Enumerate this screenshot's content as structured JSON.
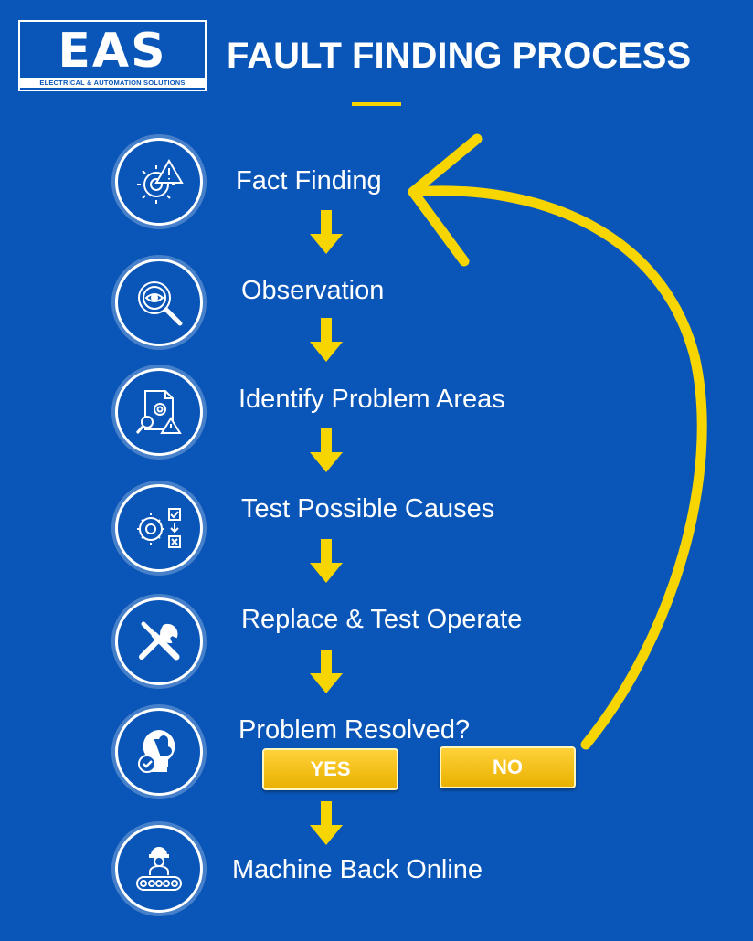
{
  "logo": {
    "letters": "EAS",
    "subtitle": "ELECTRICAL & AUTOMATION SOLUTIONS"
  },
  "title": "FAULT FINDING PROCESS",
  "colors": {
    "background": "#0a56b8",
    "accent": "#f7d500",
    "text": "#ffffff"
  },
  "steps": [
    {
      "label": "Fact Finding",
      "icon": "gear-warning-icon"
    },
    {
      "label": "Observation",
      "icon": "magnifier-eye-icon"
    },
    {
      "label": "Identify Problem Areas",
      "icon": "document-gear-search-icon"
    },
    {
      "label": "Test Possible Causes",
      "icon": "gear-checklist-icon"
    },
    {
      "label": "Replace & Test Operate",
      "icon": "wrench-screwdriver-icon"
    },
    {
      "label": "Problem Resolved?",
      "icon": "bulb-puzzle-check-icon"
    },
    {
      "label": "Machine Back Online",
      "icon": "worker-conveyor-icon"
    }
  ],
  "decision": {
    "yes": "YES",
    "no": "NO"
  }
}
